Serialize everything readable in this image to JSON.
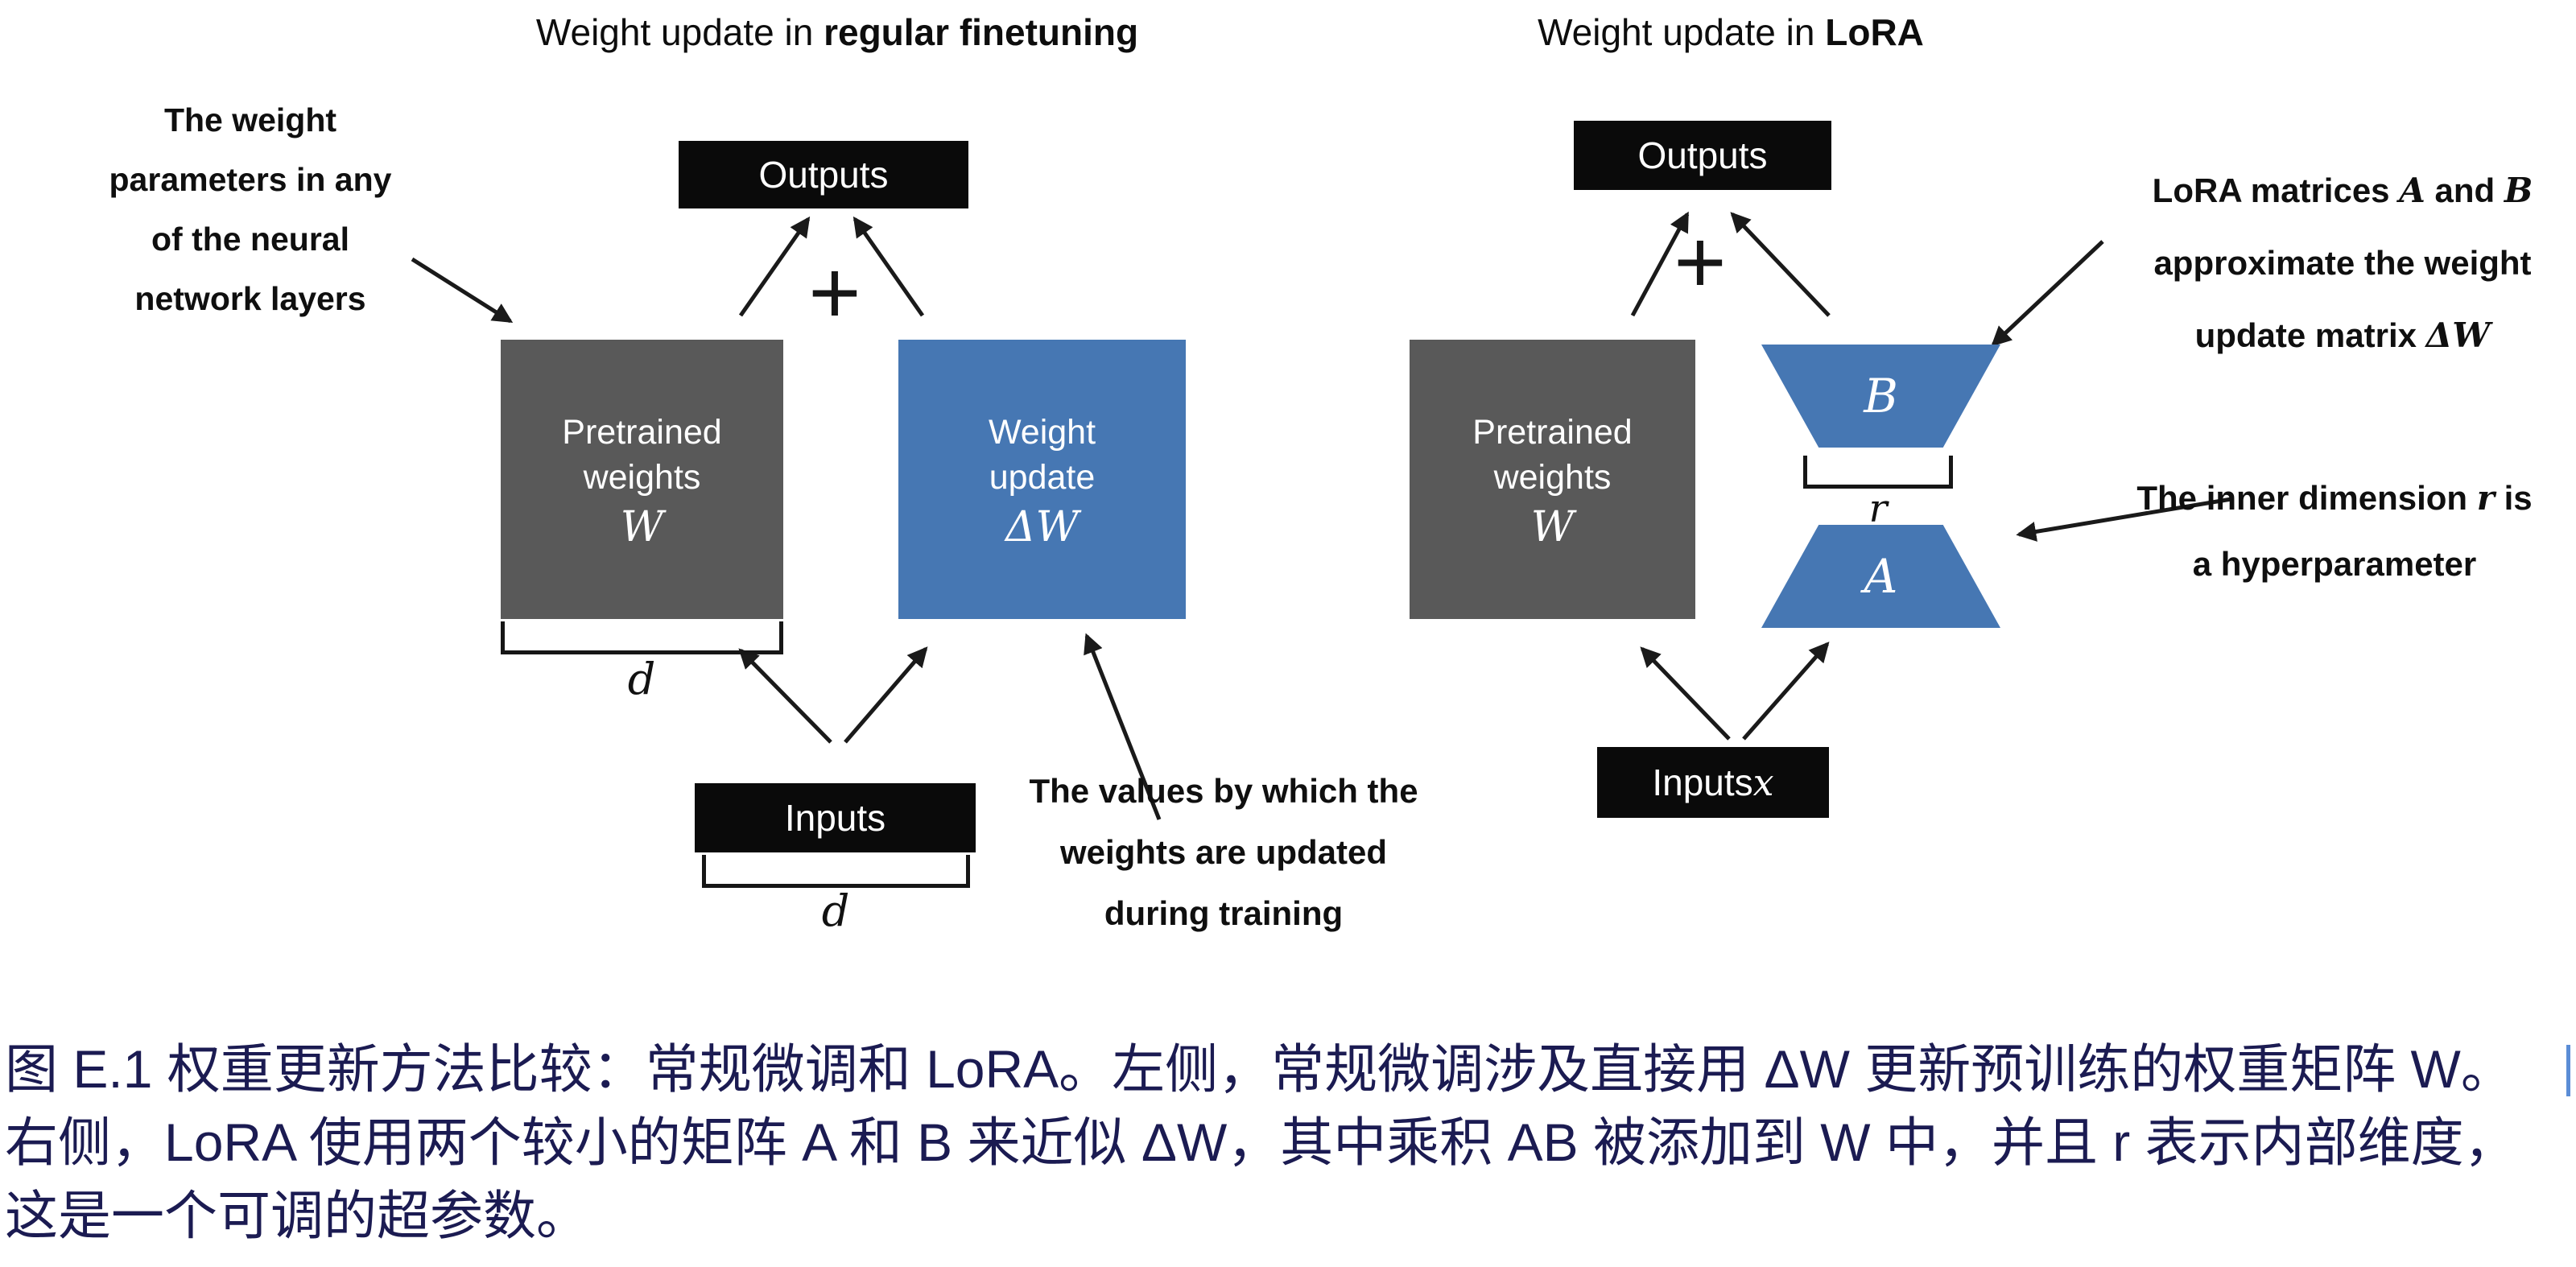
{
  "colors": {
    "box_blue": "#4677b3",
    "box_gray": "#595959",
    "box_black": "#0a0a0a",
    "caption_text": "#1b1b52",
    "ink": "#1a1a1a"
  },
  "left": {
    "title_prefix": "Weight update in ",
    "title_bold": "regular finetuning",
    "annotation_weights": [
      "The weight",
      "parameters in any",
      "of the neural",
      "network layers"
    ],
    "outputs_label": "Outputs",
    "plus": "+",
    "pretrained": {
      "line1": "Pretrained",
      "line2": "weights",
      "math": "W"
    },
    "weight_update": {
      "line1": "Weight",
      "line2": "update",
      "math": "ΔW"
    },
    "dim_under_weights": "d",
    "inputs_label": "Inputs",
    "dim_under_inputs": "d",
    "annotation_values": [
      "The values by which the",
      "weights are updated",
      "during training"
    ]
  },
  "right": {
    "title_prefix": "Weight update in ",
    "title_bold": "LoRA",
    "outputs_label": "Outputs",
    "plus": "+",
    "pretrained": {
      "line1": "Pretrained",
      "line2": "weights",
      "math": "W"
    },
    "matrix_b": "B",
    "matrix_a": "A",
    "rank_label": "r",
    "inputs_label": "Inputs ",
    "inputs_math": "x",
    "annotation_lora": {
      "l1a": "LoRA matrices ",
      "l1m1": "A",
      "l1b": " and ",
      "l1m2": "B",
      "l2": "approximate the weight",
      "l3a": "update matrix ",
      "l3m": "ΔW"
    },
    "annotation_inner": {
      "l1a": "The inner dimension ",
      "l1m": "r",
      "l1b": " is",
      "l2": "a hyperparameter"
    }
  },
  "caption": {
    "line1": "图 E.1 权重更新方法比较：常规微调和 LoRA。左侧，常规微调涉及直接用 ΔW 更新预训练的权重矩阵 W。",
    "line2": "右侧，LoRA 使用两个较小的矩阵 A 和 B 来近似 ΔW，其中乘积 AB 被添加到 W 中，并且 r 表示内部维度，",
    "line3": "这是一个可调的超参数。"
  }
}
